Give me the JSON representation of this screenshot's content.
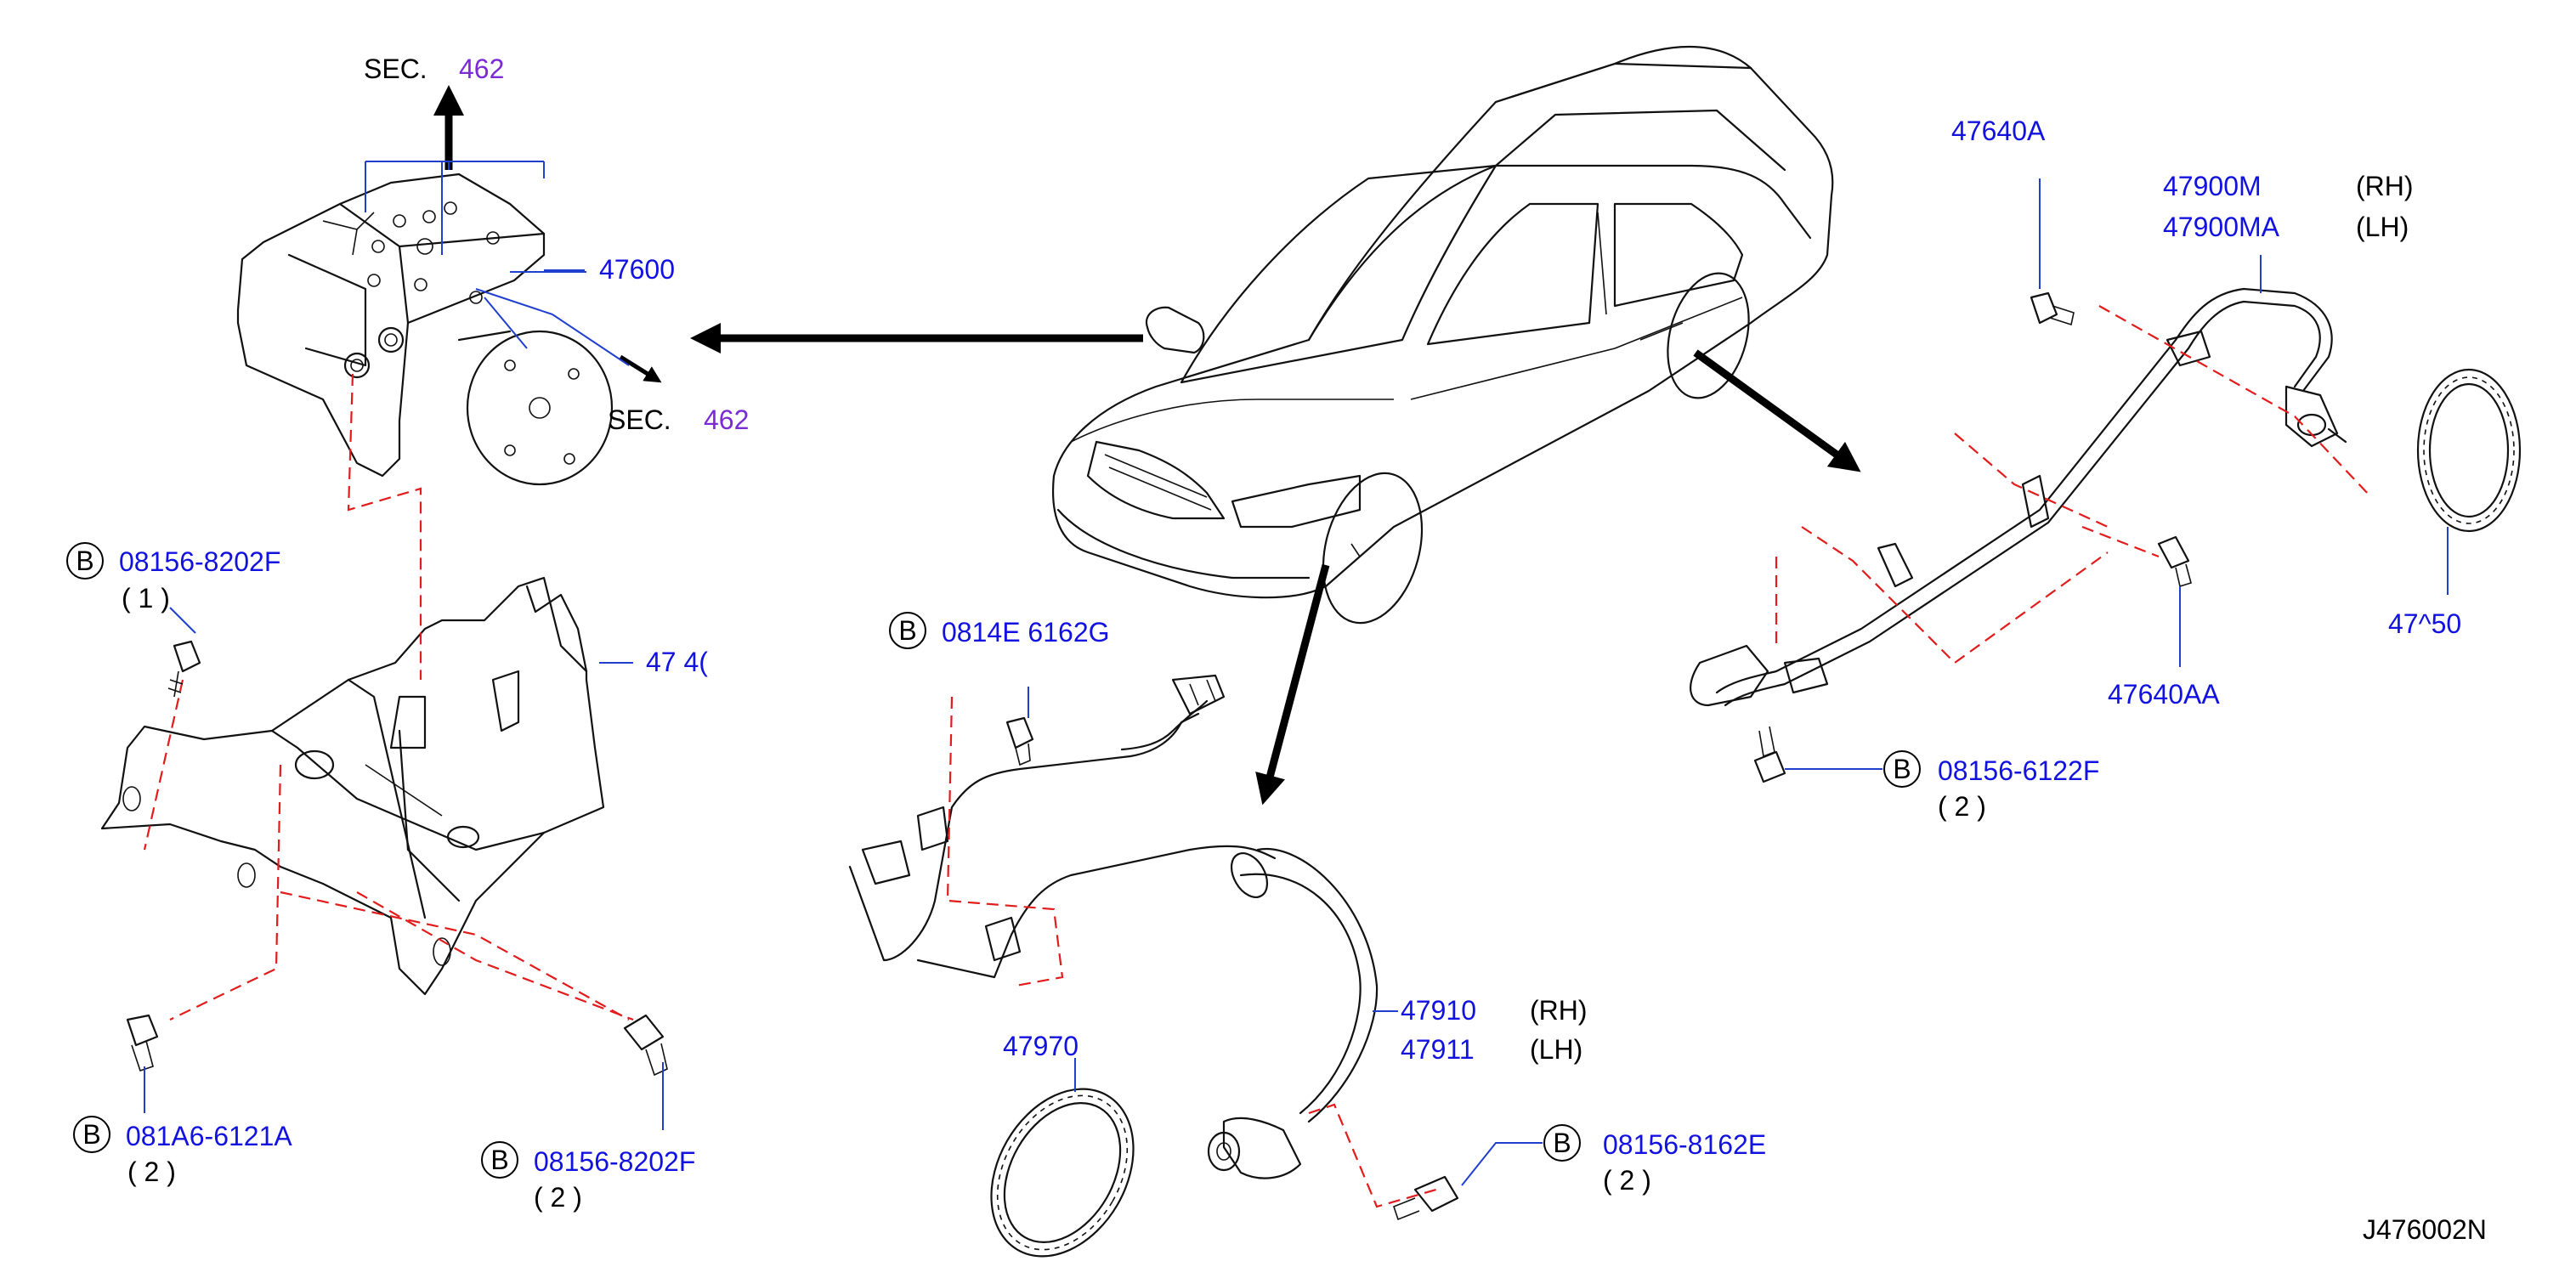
{
  "diagram": {
    "code": "J476002N",
    "colors": {
      "part_number": "#1212e0",
      "section_number": "#7a2bd6",
      "dashed_guide": "#e21b1b",
      "leader": "#1f3fcf"
    },
    "sections": [
      {
        "prefix": "SEC.",
        "number": "462"
      },
      {
        "prefix": "SEC.",
        "number": "462"
      }
    ],
    "parts": {
      "actuator": {
        "number": "47600"
      },
      "bracket": {
        "number": "47 4("
      },
      "bolt_top": {
        "badge": "B",
        "number": "08156-8202F",
        "qty": "( 1 )"
      },
      "bolt_left": {
        "badge": "B",
        "number": "081A6-6121A",
        "qty": "( 2 )"
      },
      "bolt_mid": {
        "badge": "B",
        "number": "08156-8202F",
        "qty": "( 2 )"
      },
      "bolt_front": {
        "badge": "B",
        "number": "0814E 6162G",
        "qty": ""
      },
      "front_rotor": {
        "number": "47970"
      },
      "front_sensor": {
        "number": "47910",
        "side": "(RH)",
        "number2": "47911",
        "side2": "(LH)"
      },
      "front_sensor_bolt": {
        "badge": "B",
        "number": "08156-8162E",
        "qty": "( 2 )"
      },
      "rear_bolt_a": {
        "number": "47640A"
      },
      "rear_sensor": {
        "number": "47900M",
        "side": "(RH)",
        "number2": "47900MA",
        "side2": "(LH)"
      },
      "rear_rotor": {
        "number": "47^50"
      },
      "rear_bolt_aa": {
        "number": "47640AA"
      },
      "rear_bolt_b": {
        "badge": "B",
        "number": "08156-6122F",
        "qty": "( 2 )"
      }
    }
  }
}
